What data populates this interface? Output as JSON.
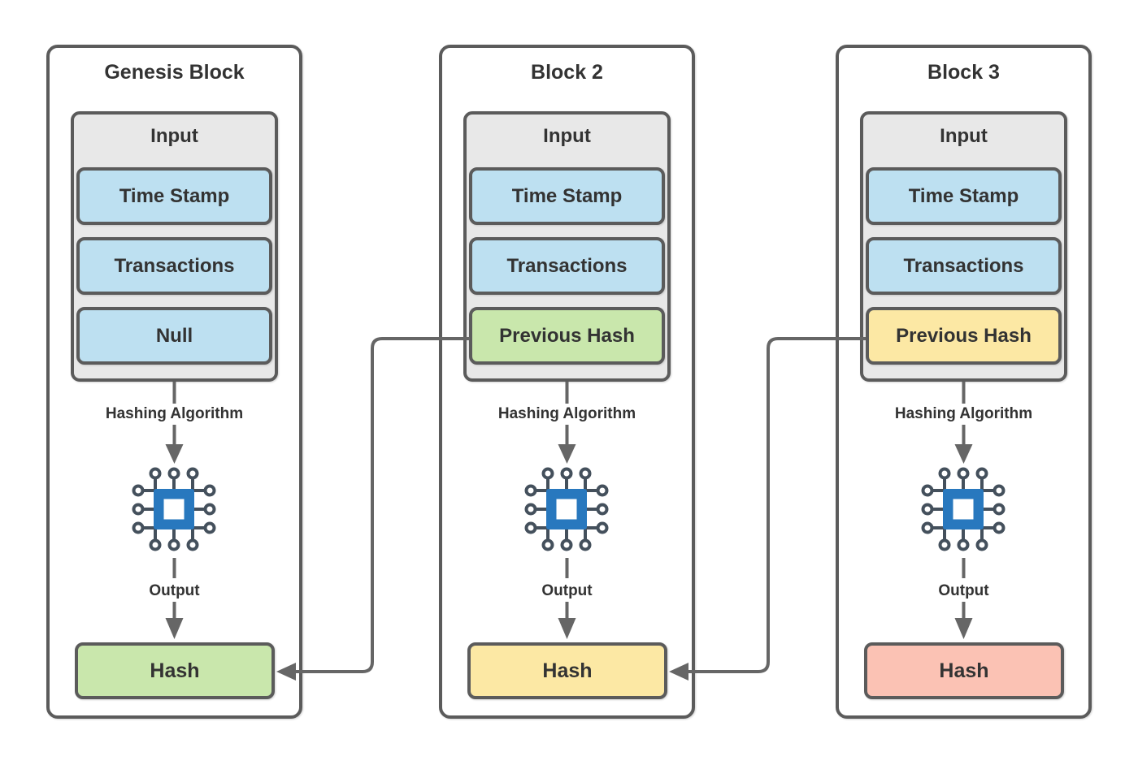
{
  "colors": {
    "border": "#5B5B5B",
    "connector": "#666666",
    "input_bg": "#E8E8E8",
    "blue": "#BDE0F1",
    "green": "#C9E7AC",
    "yellow": "#FCE8A4",
    "red": "#FBC2B4",
    "cpu_blue": "#2878BE",
    "pin": "#44505C",
    "text": "#333333",
    "bg": "#FFFFFF"
  },
  "blocks": [
    {
      "title": "Genesis Block",
      "input_label": "Input",
      "fields": [
        {
          "label": "Time Stamp",
          "fill": "#BDE0F1"
        },
        {
          "label": "Transactions",
          "fill": "#BDE0F1"
        },
        {
          "label": "Null",
          "fill": "#BDE0F1"
        }
      ],
      "hashing_label": "Hashing Algorithm",
      "processor_icon": "cpu-chip-icon",
      "output_label": "Output",
      "hash": {
        "label": "Hash",
        "fill": "#C9E7AC"
      }
    },
    {
      "title": "Block 2",
      "input_label": "Input",
      "fields": [
        {
          "label": "Time Stamp",
          "fill": "#BDE0F1"
        },
        {
          "label": "Transactions",
          "fill": "#BDE0F1"
        },
        {
          "label": "Previous Hash",
          "fill": "#C9E7AC"
        }
      ],
      "hashing_label": "Hashing Algorithm",
      "processor_icon": "cpu-chip-icon",
      "output_label": "Output",
      "hash": {
        "label": "Hash",
        "fill": "#FCE8A4"
      }
    },
    {
      "title": "Block 3",
      "input_label": "Input",
      "fields": [
        {
          "label": "Time Stamp",
          "fill": "#BDE0F1"
        },
        {
          "label": "Transactions",
          "fill": "#BDE0F1"
        },
        {
          "label": "Previous Hash",
          "fill": "#FCE8A4"
        }
      ],
      "hashing_label": "Hashing Algorithm",
      "processor_icon": "cpu-chip-icon",
      "output_label": "Output",
      "hash": {
        "label": "Hash",
        "fill": "#FBC2B4"
      }
    }
  ],
  "connections": [
    {
      "from": "block-2-previous-hash",
      "to": "genesis-block-hash"
    },
    {
      "from": "block-3-previous-hash",
      "to": "block-2-hash"
    }
  ]
}
